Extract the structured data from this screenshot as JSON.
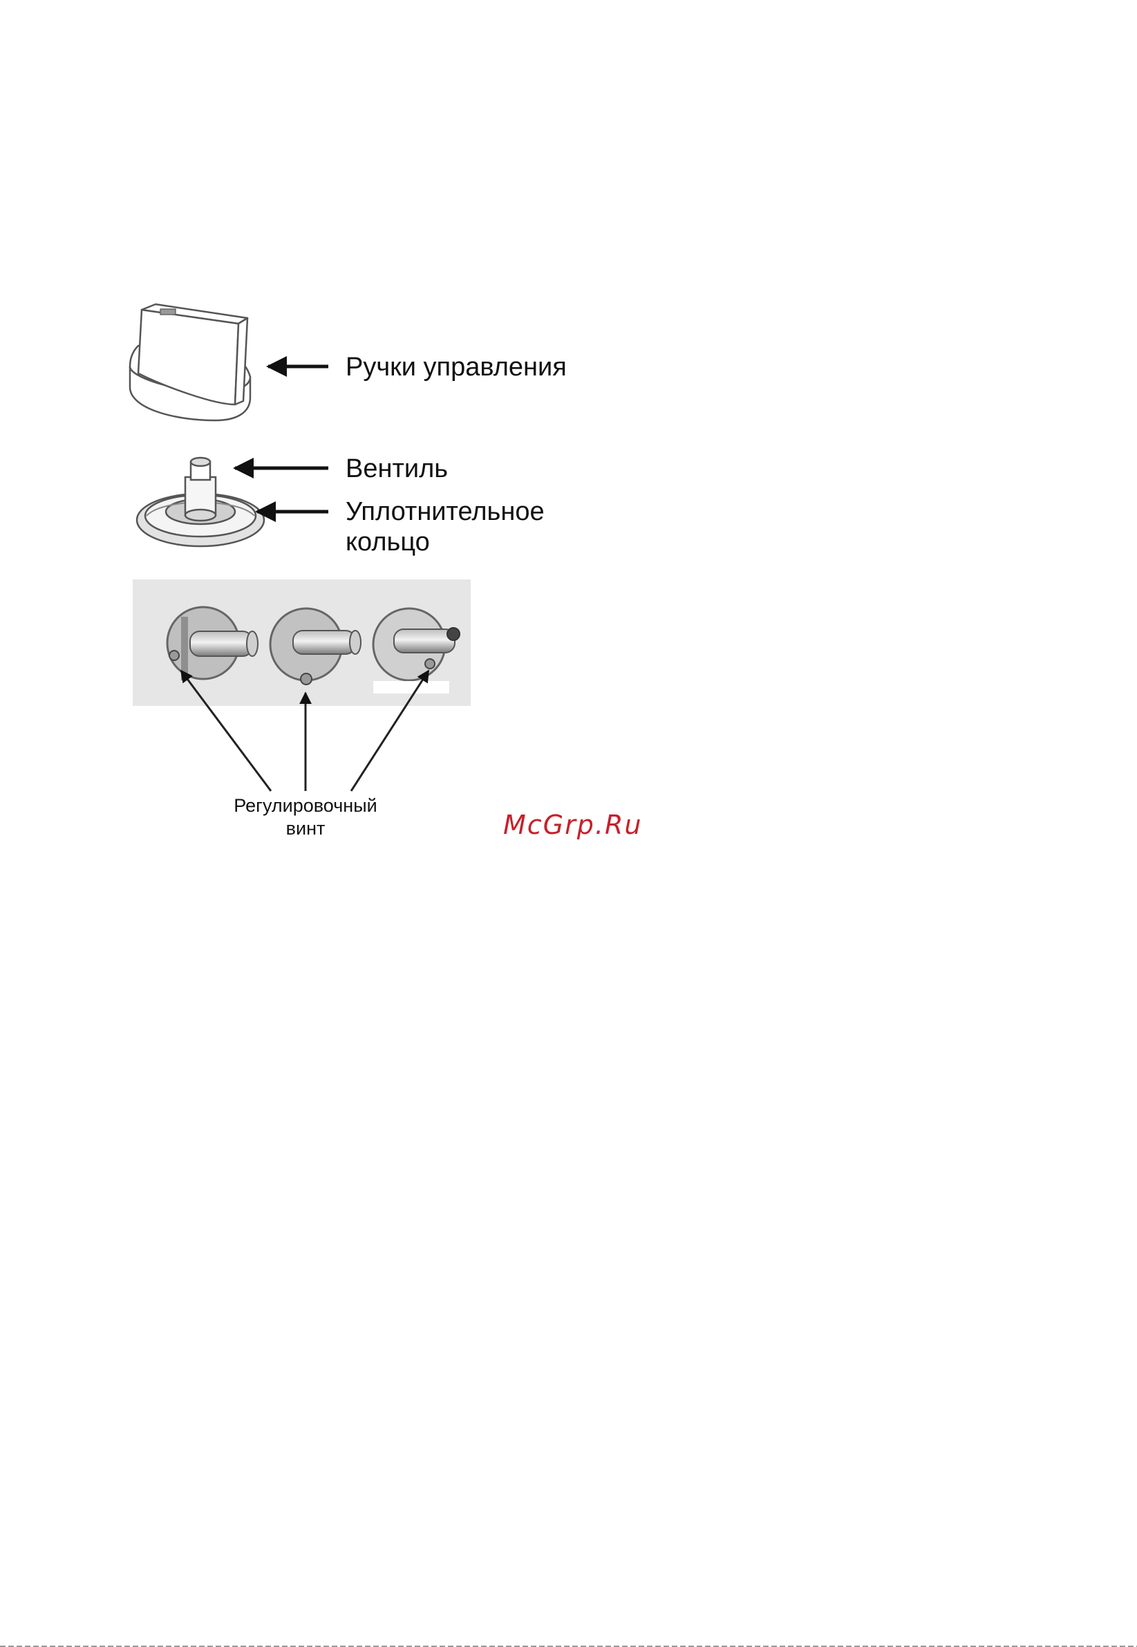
{
  "labels": {
    "knob": "Ручки управления",
    "valve": "Вентиль",
    "seal_line1": "Уплотнительное",
    "seal_line2": "кольцо",
    "screw_line1": "Регулировочный",
    "screw_line2": "винт"
  },
  "watermark": {
    "text": "McGrp.Ru"
  },
  "colors": {
    "watermark": "#c8202a",
    "panel": "#e6e6e6",
    "line": "#555555",
    "arrow": "#111111"
  },
  "icons": [
    "control-knob-icon",
    "valve-stem-icon",
    "sealing-ring-icon",
    "adjustment-screw-icon"
  ]
}
